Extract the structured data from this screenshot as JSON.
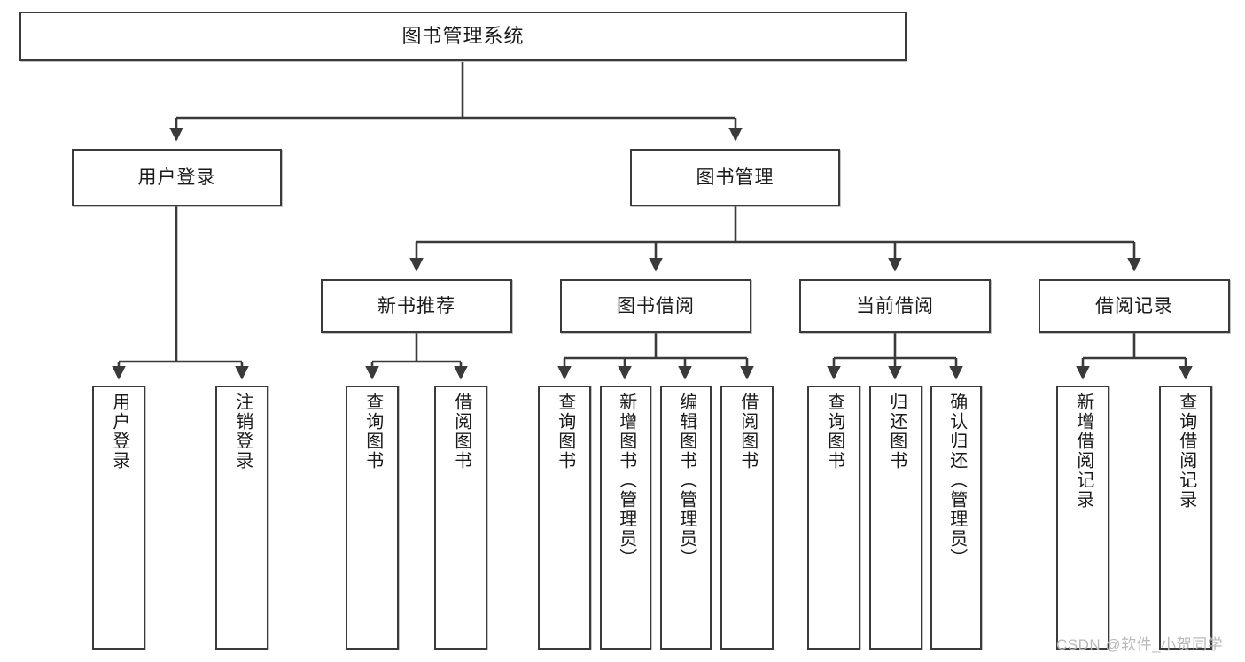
{
  "diagram": {
    "title": "图书管理系统",
    "type": "hierarchy-tree",
    "watermark": "CSDN @软件_小贺同学",
    "colors": {
      "stroke": "#3a3a3a",
      "fill": "#ffffff",
      "text": "#1a1a1a",
      "watermark": "#b9b9b9"
    },
    "levels": [
      {
        "level": 1,
        "nodes": [
          {
            "id": "root",
            "label": "图书管理系统",
            "orientation": "horizontal"
          }
        ]
      },
      {
        "level": 2,
        "nodes": [
          {
            "id": "login",
            "label": "用户登录",
            "orientation": "horizontal",
            "parent": "root"
          },
          {
            "id": "bookmgmt",
            "label": "图书管理",
            "orientation": "horizontal",
            "parent": "root"
          }
        ]
      },
      {
        "level": 3,
        "nodes": [
          {
            "id": "newbook",
            "label": "新书推荐",
            "orientation": "horizontal",
            "parent": "bookmgmt"
          },
          {
            "id": "borrow",
            "label": "图书借阅",
            "orientation": "horizontal",
            "parent": "bookmgmt"
          },
          {
            "id": "current",
            "label": "当前借阅",
            "orientation": "horizontal",
            "parent": "bookmgmt"
          },
          {
            "id": "record",
            "label": "借阅记录",
            "orientation": "horizontal",
            "parent": "bookmgmt"
          }
        ]
      },
      {
        "level": 4,
        "nodes": [
          {
            "id": "leaf-login-1",
            "label": "用户登录",
            "orientation": "vertical",
            "parent": "login"
          },
          {
            "id": "leaf-login-2",
            "label": "注销登录",
            "orientation": "vertical",
            "parent": "login"
          },
          {
            "id": "leaf-newbook-1",
            "label": "查询图书",
            "orientation": "vertical",
            "parent": "newbook"
          },
          {
            "id": "leaf-newbook-2",
            "label": "借阅图书",
            "orientation": "vertical",
            "parent": "newbook"
          },
          {
            "id": "leaf-borrow-1",
            "label": "查询图书",
            "orientation": "vertical",
            "parent": "borrow"
          },
          {
            "id": "leaf-borrow-2",
            "label": "新增图书（管理员）",
            "orientation": "vertical",
            "parent": "borrow"
          },
          {
            "id": "leaf-borrow-3",
            "label": "编辑图书（管理员）",
            "orientation": "vertical",
            "parent": "borrow"
          },
          {
            "id": "leaf-borrow-4",
            "label": "借阅图书",
            "orientation": "vertical",
            "parent": "borrow"
          },
          {
            "id": "leaf-current-1",
            "label": "查询图书",
            "orientation": "vertical",
            "parent": "current"
          },
          {
            "id": "leaf-current-2",
            "label": "归还图书",
            "orientation": "vertical",
            "parent": "current"
          },
          {
            "id": "leaf-current-3",
            "label": "确认归还（管理员）",
            "orientation": "vertical",
            "parent": "current"
          },
          {
            "id": "leaf-record-1",
            "label": "新增借阅记录",
            "orientation": "vertical",
            "parent": "record"
          },
          {
            "id": "leaf-record-2",
            "label": "查询借阅记录",
            "orientation": "vertical",
            "parent": "record"
          }
        ]
      }
    ]
  }
}
